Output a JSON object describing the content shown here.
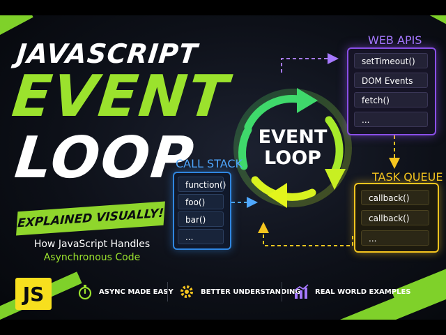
{
  "title": {
    "line1": "JAVASCRIPT",
    "line2": "EVENT",
    "line3": "LOOP",
    "banner": "EXPLAINED VISUALLY!",
    "subtitle_line1": "How JavaScript Handles",
    "subtitle_line2": "Asynchronous Code"
  },
  "loop": {
    "label_line1": "EVENT",
    "label_line2": "LOOP"
  },
  "web_apis": {
    "heading": "WEB APIS",
    "items": [
      "setTimeout()",
      "DOM Events",
      "fetch()",
      "..."
    ]
  },
  "call_stack": {
    "heading": "CALL STACK",
    "items": [
      "function()",
      "foo()",
      "bar()",
      "..."
    ]
  },
  "task_queue": {
    "heading": "TASK QUEUE",
    "items": [
      "callback()",
      "callback()",
      "..."
    ]
  },
  "badge": {
    "text": "JS"
  },
  "features": [
    {
      "icon": "stopwatch-icon",
      "label": "ASYNC MADE EASY"
    },
    {
      "icon": "gear-icon",
      "label": "BETTER UNDERSTANDING"
    },
    {
      "icon": "bar-chart-icon",
      "label": "REAL WORLD EXAMPLES"
    }
  ],
  "colors": {
    "accent_green": "#9be22d",
    "web_apis_purple": "#8a4fe8",
    "call_stack_blue": "#2f86e0",
    "task_queue_yellow": "#f5c51f",
    "js_yellow": "#f7df1e"
  }
}
